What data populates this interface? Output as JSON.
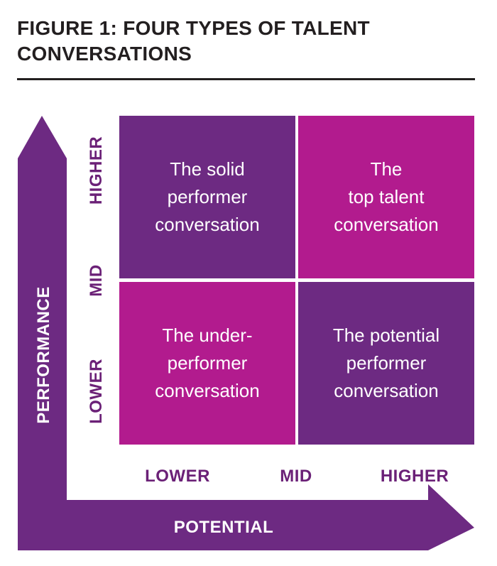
{
  "title": "FIGURE 1: FOUR TYPES OF TALENT CONVERSATIONS",
  "colors": {
    "dark_purple": "#6d2a82",
    "magenta": "#b21b8e",
    "tick_text": "#6b2177",
    "title_text": "#231f20"
  },
  "y_axis": {
    "label": "PERFORMANCE",
    "ticks": [
      "LOWER",
      "MID",
      "HIGHER"
    ]
  },
  "x_axis": {
    "label": "POTENTIAL",
    "ticks": [
      "LOWER",
      "MID",
      "HIGHER"
    ]
  },
  "quadrants": {
    "top_left": {
      "lines": [
        "The solid",
        "performer",
        "conversation"
      ]
    },
    "top_right": {
      "lines": [
        "The",
        "top talent",
        "conversation"
      ]
    },
    "bottom_left": {
      "lines": [
        "The under-",
        "performer",
        "conversation"
      ]
    },
    "bottom_right": {
      "lines": [
        "The potential",
        "performer",
        "conversation"
      ]
    }
  }
}
